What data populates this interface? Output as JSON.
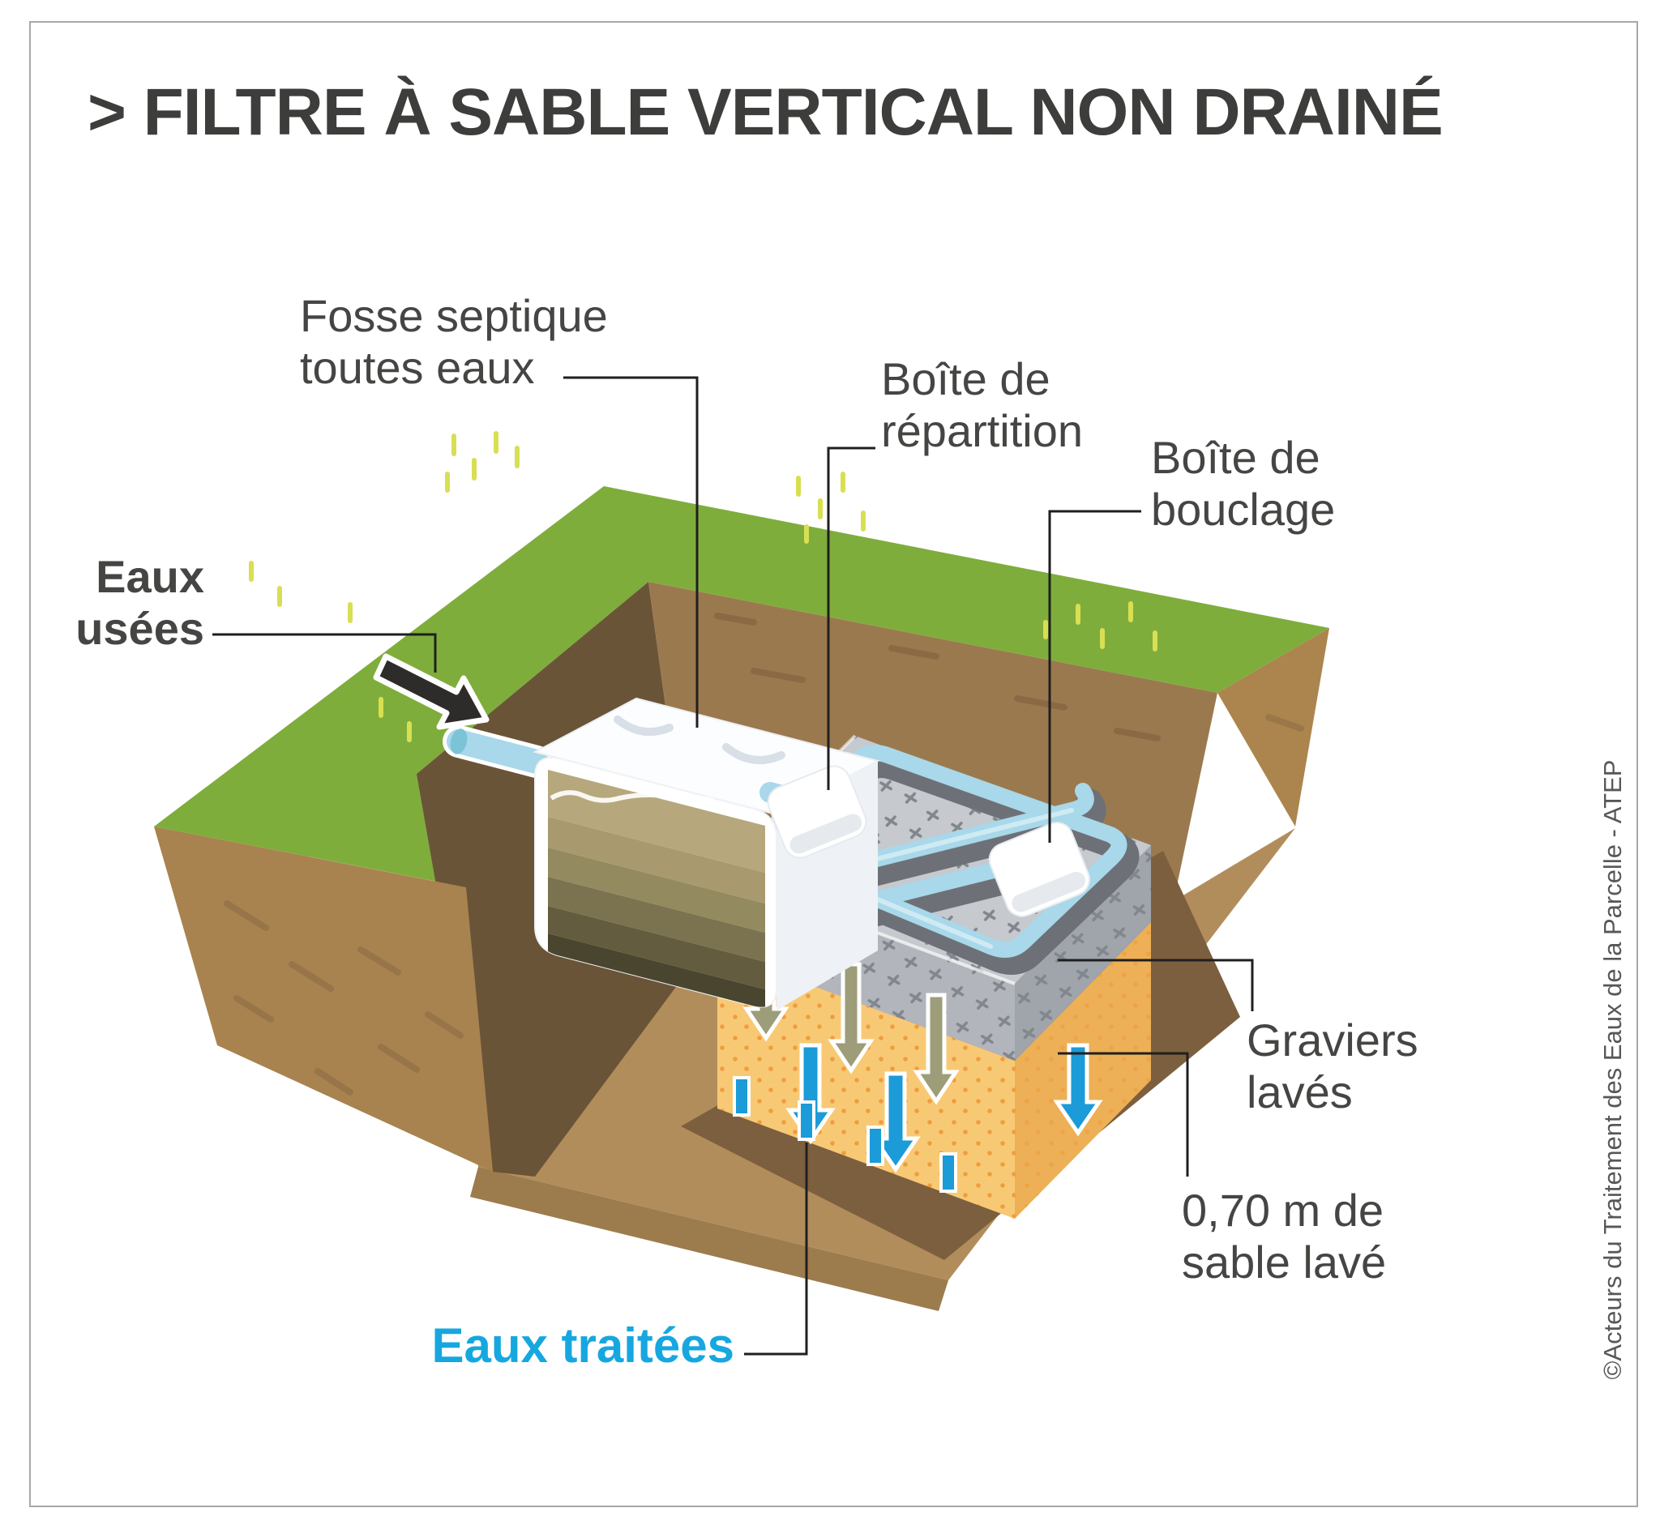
{
  "title": "> FILTRE À SABLE VERTICAL NON DRAINÉ",
  "labels": {
    "fosse": {
      "line1": "Fosse septique",
      "line2": "toutes eaux"
    },
    "repartition": {
      "line1": "Boîte de",
      "line2": "répartition"
    },
    "bouclage": {
      "line1": "Boîte de",
      "line2": "bouclage"
    },
    "eaux_usees": {
      "line1": "Eaux",
      "line2": "usées"
    },
    "graviers": {
      "line1": "Graviers",
      "line2": "lavés"
    },
    "sable": {
      "line1": "0,70 m de",
      "line2": "sable lavé"
    },
    "eaux_traitees": "Eaux traitées"
  },
  "credit": "©Acteurs du Traitement des Eaux de la Parcelle - ATEP",
  "icons": {
    "wastewater_flow_arrow": "black-right-down-arrow",
    "gravel_percolation_arrows": "olive-down-arrows",
    "sand_percolation_arrows": "blue-down-arrows",
    "treated_water_ticks": "blue-ticks"
  },
  "colors": {
    "label_dark": "#454543",
    "title_dark": "#3d3d3b",
    "accent_blue": "#16a7e0",
    "credit_gray": "#57575a",
    "leader": "#1f1f1f",
    "grass": "#7fad3c",
    "grass_blade": "#d8df52",
    "soil_outer": "#a8834f",
    "soil_dark_wall": "#6a5438",
    "soil_back_wall": "#9b794e",
    "pit_floor": "#b28d5c",
    "gravel": "#c6c9ce",
    "gravel_mark": "#82868d",
    "sand": "#f8c975",
    "sand_dot": "#ef9d3e",
    "pipe_blue": "#a8d8e9",
    "trench_gray": "#6d7177",
    "tank_white": "#ffffff",
    "sludge_top": "#b6a87c",
    "sludge_bottom": "#4a452e",
    "arrow_black": "#2d2c2a",
    "arrow_olive": "#9d9d7a",
    "arrow_blue": "#1b9bd7"
  }
}
